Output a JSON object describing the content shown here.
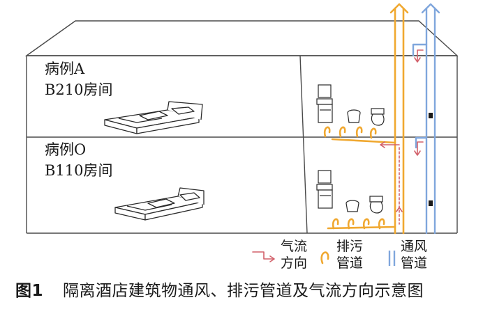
{
  "rooms": [
    {
      "case_label": "病例A",
      "room_label": "B210房间"
    },
    {
      "case_label": "病例O",
      "room_label": "B110房间"
    }
  ],
  "legend": {
    "airflow": {
      "line1": "气流",
      "line2": "方向"
    },
    "drainage": {
      "line1": "排污",
      "line2": "管道"
    },
    "ventilation": {
      "line1": "通风",
      "line2": "管道"
    }
  },
  "caption": {
    "figure_number": "图1",
    "title": "隔离酒店建筑物通风、排污管道及气流方向示意图"
  },
  "colors": {
    "outline": "#4a4a4a",
    "drainage_pipe": "#f0a830",
    "ventilation_pipe": "#7fa6dc",
    "airflow_arrow": "#d2606a"
  }
}
